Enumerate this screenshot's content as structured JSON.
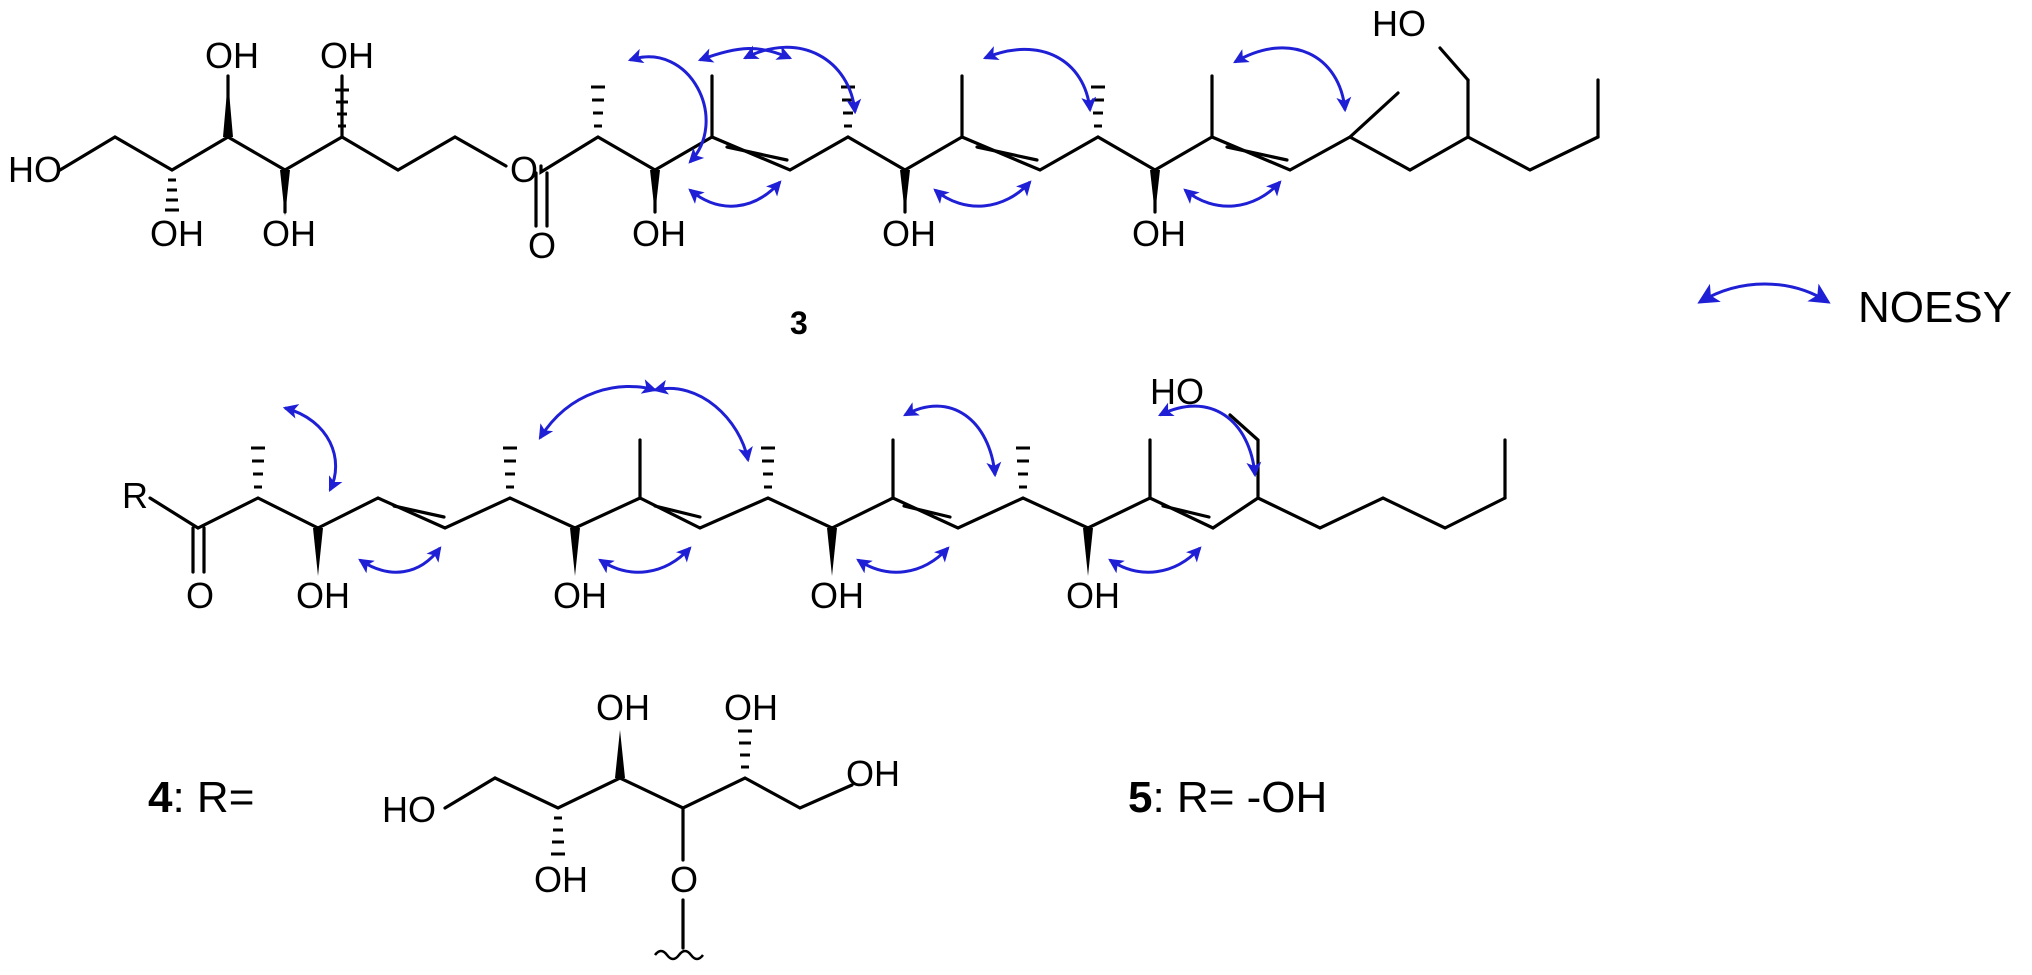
{
  "figure": {
    "compound_3_label": "3",
    "legend": {
      "text": "NOESY",
      "arrow_color": "#1f1fd6"
    },
    "atom_labels": {
      "oh": "OH",
      "ho": "HO",
      "o": "O",
      "r": "R"
    },
    "compound_4": {
      "number": "4",
      "suffix": ": R="
    },
    "compound_5": {
      "number": "5",
      "suffix": ": R= -OH"
    },
    "colors": {
      "bonds": "#000000",
      "noesy_arrows": "#1f1fd6"
    }
  }
}
